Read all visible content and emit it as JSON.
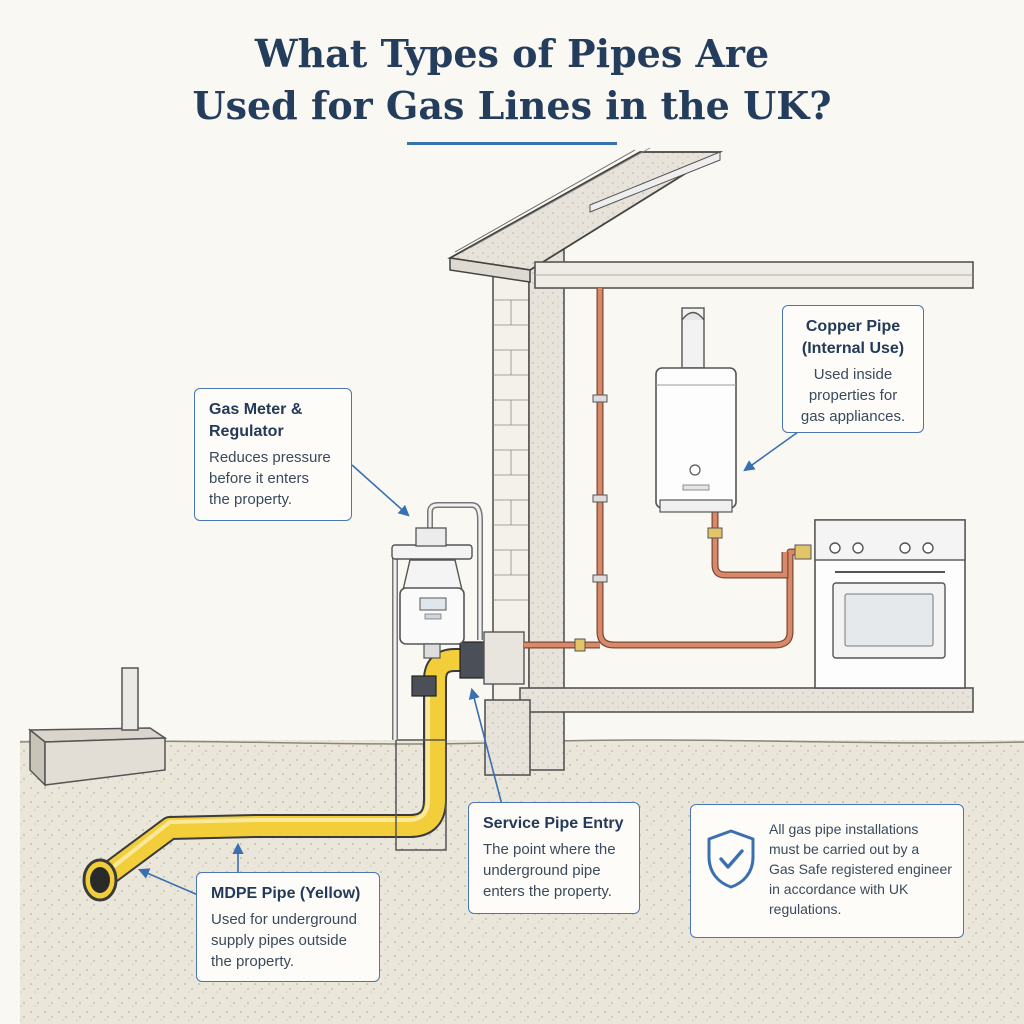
{
  "title": {
    "line1": "What Types of Pipes Are",
    "line2": "Used for Gas Lines in the UK?"
  },
  "callouts": {
    "gas_meter": {
      "heading_line1": "Gas Meter &",
      "heading_line2": "Regulator",
      "body_line1": "Reduces pressure",
      "body_line2": "before it enters",
      "body_line3": "the property."
    },
    "copper": {
      "heading_line1": "Copper Pipe",
      "heading_line2": "(Internal Use)",
      "body_line1": "Used inside",
      "body_line2": "properties for",
      "body_line3": "gas appliances."
    },
    "service": {
      "heading_line1": "Service Pipe Entry",
      "body_line1": "The point where the",
      "body_line2": "underground pipe",
      "body_line3": "enters the property."
    },
    "mdpe": {
      "heading_line1": "MDPE Pipe (Yellow)",
      "body_line1": "Used for underground",
      "body_line2": "supply pipes outside",
      "body_line3": "the property."
    },
    "safety": {
      "icon": "shield-check-icon",
      "body_line1": "All gas pipe installations",
      "body_line2": "must be carried out by a",
      "body_line3": "Gas Safe registered engineer",
      "body_line4": "in accordance with UK",
      "body_line5": "regulations."
    }
  },
  "colors": {
    "accent": "#3a6fb0",
    "mdpe_yellow": "#f2cf3a",
    "copper": "#d9896a",
    "title": "#243d5c"
  }
}
